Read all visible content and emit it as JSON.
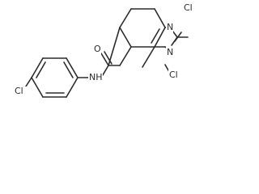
{
  "molecule": {
    "atom_labels": {
      "cl_top": "Cl",
      "n_upper": "N",
      "n_lower": "N",
      "cl_right": "Cl",
      "carbonyl_o": "O",
      "amide_nh": "NH",
      "cl_para": "Cl"
    },
    "colors": {
      "bond": "#2b2b2b",
      "text": "#2b2b2b",
      "background": "#ffffff"
    }
  }
}
